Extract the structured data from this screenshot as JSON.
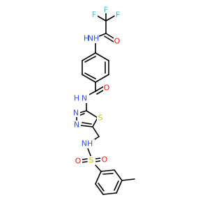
{
  "molecule": {
    "colors": {
      "bond": "#000000",
      "F": "#33cccc",
      "O": "#ff0d0d",
      "N": "#3050f8",
      "S": "#c8c800"
    },
    "atoms": {
      "f1": "F",
      "f2": "F",
      "f3": "F",
      "o_trifluoroacetyl": "O",
      "nh_trifluoroacetamide": "NH",
      "h_trifluoroacetamide": "H",
      "o_benzamide": "O",
      "nh_benzamide": "N",
      "h_benzamide": "H",
      "s_thiadiazole": "S",
      "n3_thiadiazole": "N",
      "n4_thiadiazole": "N",
      "nh_sulfonamide": "NH",
      "s_sulfonyl": "S",
      "o_sulfonyl_left": "O",
      "o_sulfonyl_right": "O"
    }
  }
}
